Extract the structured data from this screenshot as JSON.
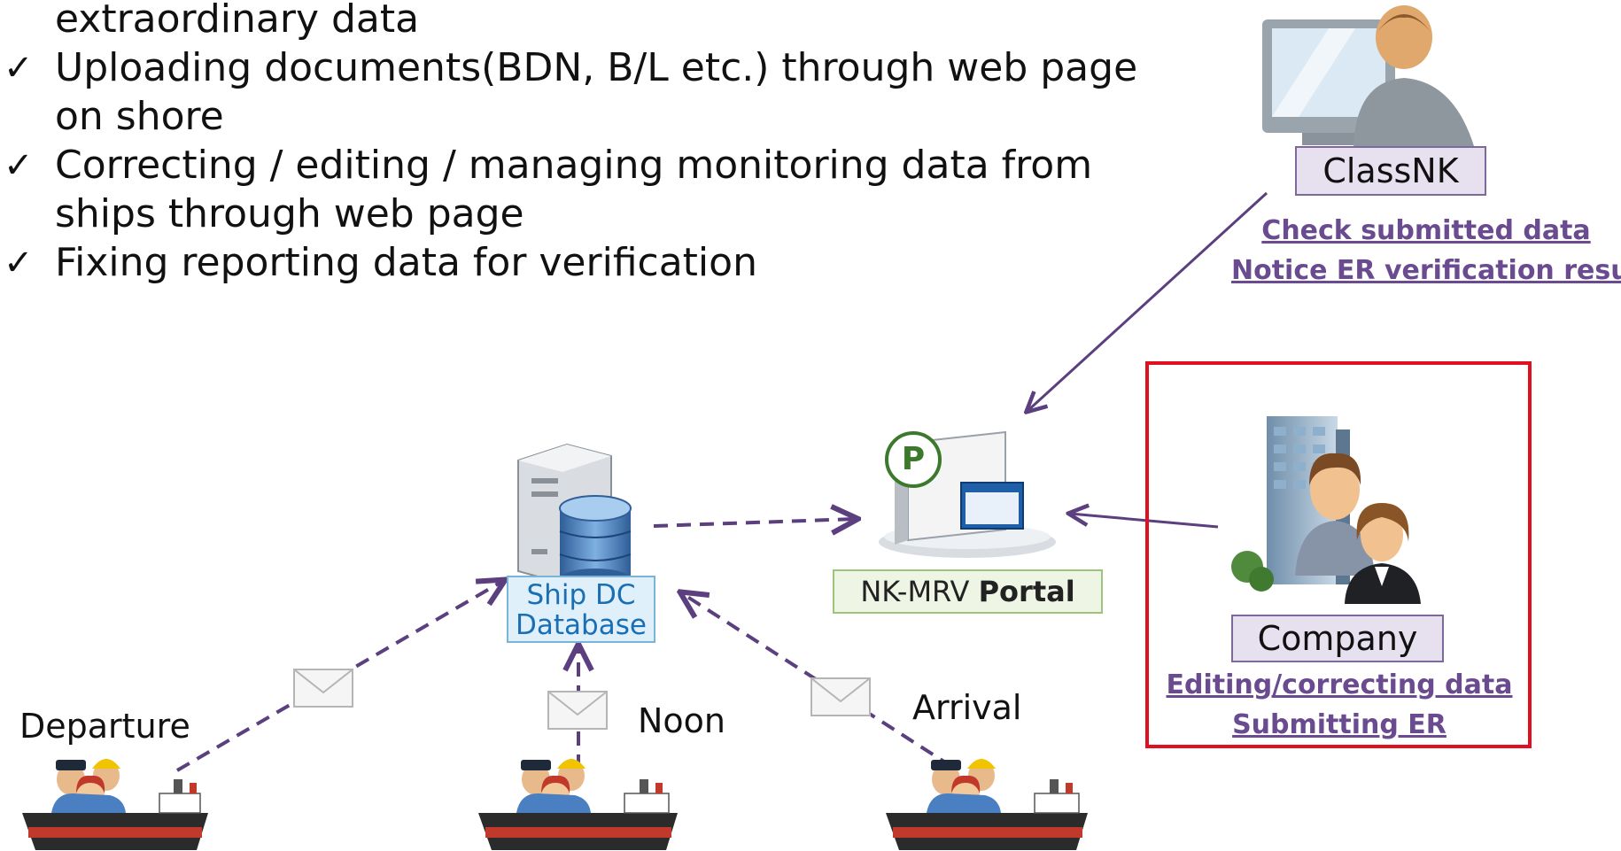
{
  "bullets": [
    {
      "check": "",
      "text": "extraordinary data"
    },
    {
      "check": "✓",
      "text": "Uploading documents(BDN, B/L etc.) through web page"
    },
    {
      "check": "",
      "text": "on shore"
    },
    {
      "check": "✓",
      "text": "Correcting / editing / managing monitoring data from"
    },
    {
      "check": "",
      "text": "ships through web page"
    },
    {
      "check": "✓",
      "text": "Fixing reporting data for verification"
    }
  ],
  "classnk": {
    "label": "ClassNK",
    "actions": [
      "Check submitted data",
      "Notice ER verification result"
    ]
  },
  "portal": {
    "icon_letter": "P",
    "label_plain": "NK-MRV ",
    "label_bold": "Portal"
  },
  "database": {
    "label_line1": "Ship DC",
    "label_line2": "Database"
  },
  "company": {
    "label": "Company",
    "actions": [
      "Editing/correcting data",
      "Submitting ER"
    ]
  },
  "reports": {
    "departure": "Departure",
    "noon": "Noon",
    "arrival": "Arrival"
  },
  "colors": {
    "arrow": "#5b3f7e",
    "link": "#6a4b8f",
    "highlight_border": "#e01020",
    "label_box_fill": "#e6e0ef",
    "label_box_border": "#7e6a9a",
    "db_label_fill": "#dff0fb",
    "db_label_text": "#1a6fb4",
    "portal_label_fill": "#eef5e4",
    "portal_label_border": "#9cc47a"
  }
}
